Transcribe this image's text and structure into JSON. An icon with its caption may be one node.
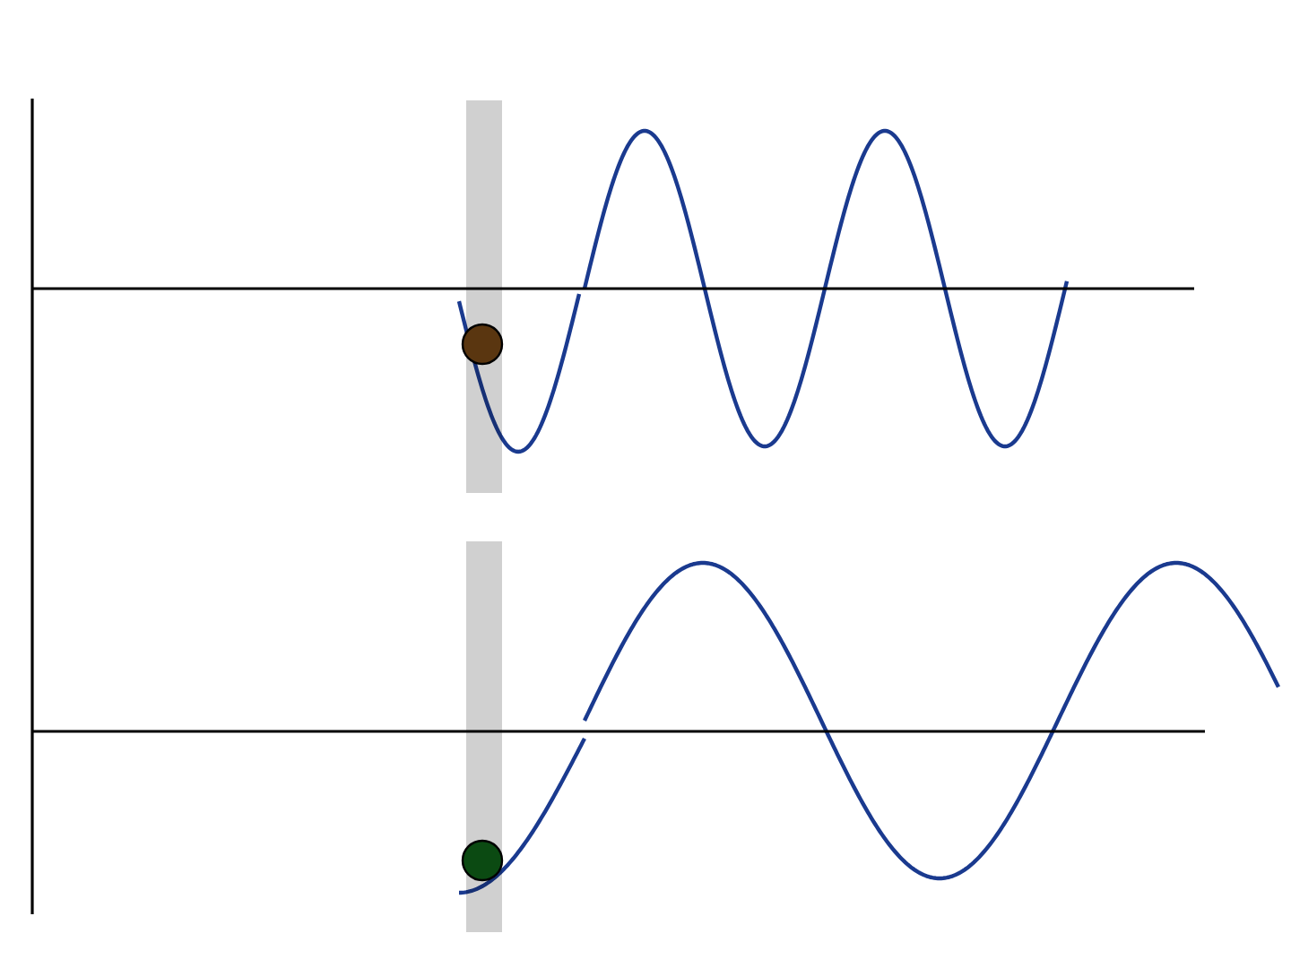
{
  "diagram": {
    "nodes": [
      {
        "text": [],
        "shape": "bar"
      },
      {
        "text": [],
        "shape": "circle",
        "in": 0
      },
      {
        "text": [],
        "shape": "bar"
      },
      {
        "text": [],
        "shape": "circle",
        "in": 2
      }
    ]
  }
}
